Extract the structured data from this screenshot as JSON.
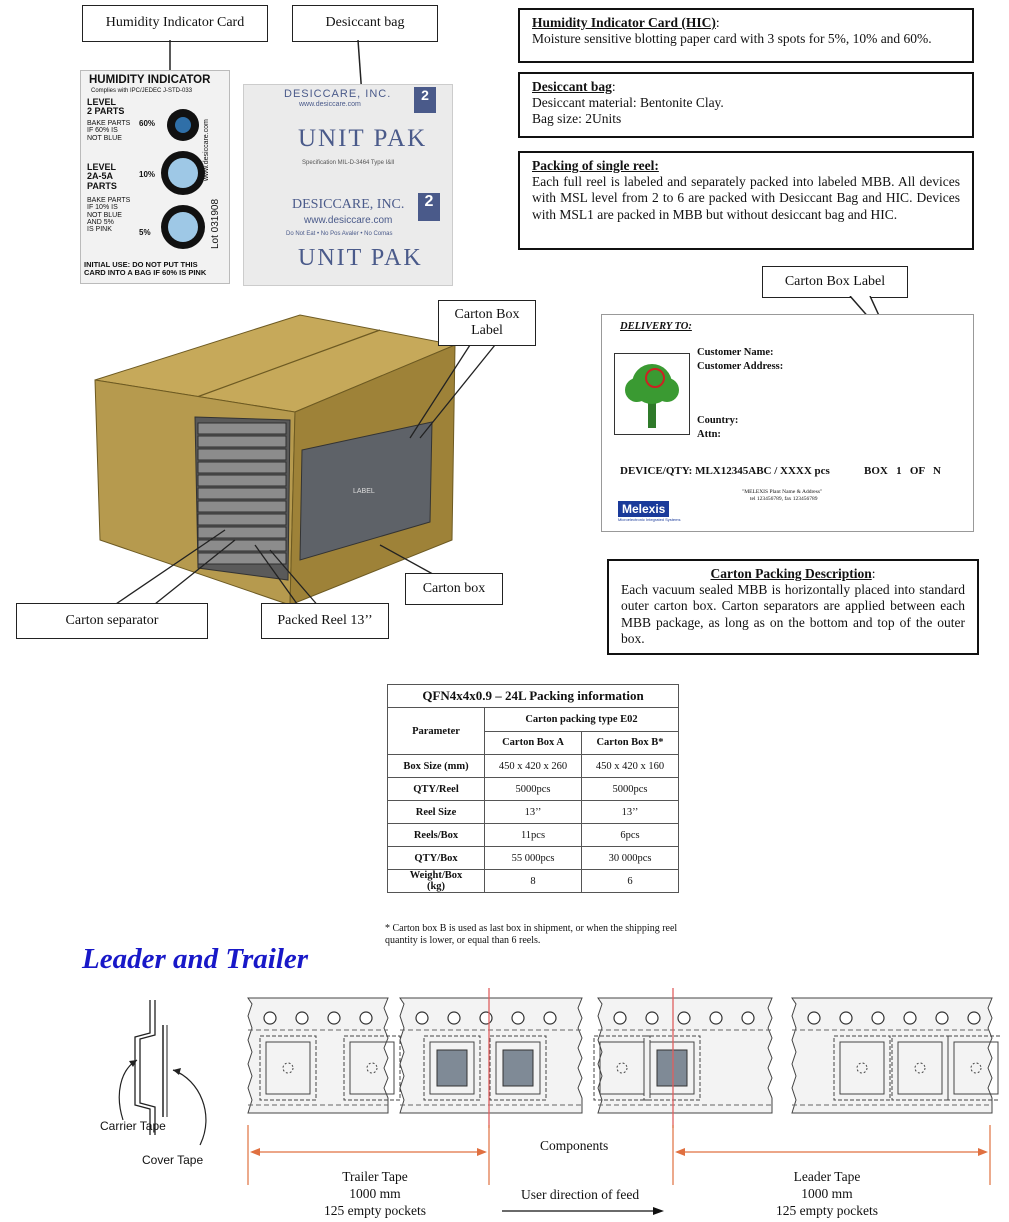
{
  "callouts": {
    "hic": "Humidity Indicator Card",
    "desiccant": "Desiccant bag",
    "carton_label": "Carton Box Label",
    "carton_label_3d": "Carton Box Label",
    "carton_box": "Carton box",
    "carton_separator": "Carton separator",
    "packed_reel": "Packed Reel 13’’"
  },
  "hic_card": {
    "title": "HUMIDITY INDICATOR",
    "subtitle": "Complies with IPC/JEDEC J-STD-033",
    "level1": "LEVEL\n2 PARTS",
    "level1_note": "BAKE PARTS\nIF 60% IS\nNOT BLUE",
    "level2": "LEVEL\n2A-5A\nPARTS",
    "level2_note": "BAKE PARTS\nIF 10% IS\nNOT BLUE\nAND 5%\nIS PINK",
    "spot1": "60%",
    "spot2": "10%",
    "spot3": "5%",
    "side": "www.desiccare.com",
    "lot": "Lot 031908",
    "footer": "INITIAL USE: DO NOT PUT THIS\nCARD INTO A BAG IF 60% IS PINK"
  },
  "desiccant_bag": {
    "brand": "DESICCARE, INC.",
    "site": "www.desiccare.com",
    "name": "UNIT PAK",
    "units": "2",
    "spec": "Specification MIL-D-3464 Type I&II",
    "warn": "Do Not Eat • No Pos Avaler • No Comas"
  },
  "hic_desc": {
    "title": "Humidity Indicator Card (HIC)",
    "body": "Moisture sensitive blotting paper card with 3 spots for 5%, 10% and 60%."
  },
  "desiccant_desc": {
    "title": "Desiccant bag",
    "line1": "Desiccant material: Bentonite Clay.",
    "line2": "Bag size: 2Units"
  },
  "reel_desc": {
    "title": "Packing of single reel:",
    "body": "Each full reel is labeled and separately packed into labeled MBB. All devices with MSL level from 2 to 6 are packed with Desiccant Bag and HIC. Devices with MSL1 are packed in MBB but without desiccant bag and HIC."
  },
  "label_card": {
    "delivery": "DELIVERY TO:",
    "customer_name": "Customer Name:",
    "customer_address": "Customer Address:",
    "country": "Country:",
    "attn": "Attn:",
    "device_qty": "DEVICE/QTY: MLX12345ABC / XXXX pcs",
    "box": "BOX   1   OF   N",
    "fine1": "\"MELEXIS Plant Name & Address\"",
    "fine2": "tel 123456789, fax 123456789",
    "logo": "Melexis",
    "logo_sub": "Microelectronic Integrated Systems"
  },
  "carton_desc": {
    "title": "Carton Packing Description",
    "body": "Each vacuum sealed MBB is horizontally placed into standard outer carton box. Carton separators are applied between each MBB package, as long as on the bottom and top of the outer box."
  },
  "carton_sticker": "LABEL",
  "table": {
    "title": "QFN4x4x0.9 – 24L Packing information",
    "param": "Parameter",
    "type": "Carton packing type E02",
    "col_a": "Carton Box A",
    "col_b": "Carton Box B*",
    "rows": [
      {
        "label": "Box Size (mm)",
        "a": "450 x 420 x 260",
        "b": "450 x 420 x 160"
      },
      {
        "label": "QTY/Reel",
        "a": "5000pcs",
        "b": "5000pcs"
      },
      {
        "label": "Reel Size",
        "a": "13’’",
        "b": "13’’"
      },
      {
        "label": "Reels/Box",
        "a": "11pcs",
        "b": "6pcs"
      },
      {
        "label": "QTY/Box",
        "a": "55 000pcs",
        "b": "30 000pcs"
      },
      {
        "label": "Weight/Box\n(kg)",
        "a": "8",
        "b": "6"
      }
    ],
    "footnote": "* Carton box B is used as last box in shipment, or when the shipping reel quantity is lower, or equal than 6 reels."
  },
  "tape": {
    "heading": "Leader and Trailer",
    "carrier": "Carrier Tape",
    "cover": "Cover Tape",
    "components": "Components",
    "trailer_title": "Trailer Tape",
    "trailer_len": "1000 mm",
    "trailer_pockets": "125 empty pockets",
    "leader_title": "Leader Tape",
    "leader_len": "1000 mm",
    "leader_pockets": "125 empty pockets",
    "feed": "User direction of feed"
  },
  "colors": {
    "carton": "#c6a95a",
    "carton_dark": "#8f7530",
    "heading": "#1818c8",
    "arrow": "#e07040"
  }
}
